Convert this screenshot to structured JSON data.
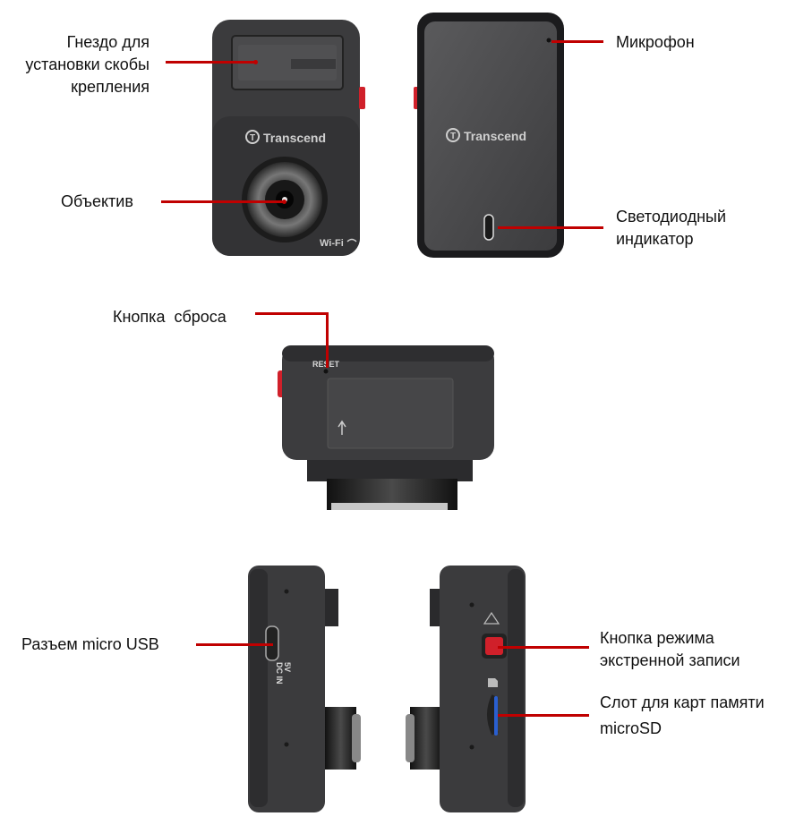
{
  "labels": {
    "mount_slot": [
      "Гнездо для",
      "установки скобы",
      "крепления"
    ],
    "lens": "Объектив",
    "microphone": "Микрофон",
    "led": [
      "Светодиодный",
      "индикатор"
    ],
    "reset_button": "Кнопка  сброса",
    "micro_usb": "Разъем micro USB",
    "emergency_button": [
      "Кнопка режима",
      "экстренной записи"
    ],
    "microsd_slot": [
      "Слот для карт памяти",
      "microSD"
    ]
  },
  "device_text": {
    "brand_front": "Transcend",
    "brand_back": "Transcend",
    "wifi": "Wi-Fi",
    "reset": "RESET",
    "port_5v": "5V",
    "port_dcin": "DC IN"
  },
  "colors": {
    "leader_line": "#c00000",
    "body": "#3a3a3c",
    "button_red": "#d0202a",
    "sd_slot": "#2a5fd0"
  },
  "icons": [
    "arrow-up-icon",
    "warning-triangle-icon",
    "sd-card-icon",
    "wifi-icon",
    "transcend-logo-icon"
  ]
}
